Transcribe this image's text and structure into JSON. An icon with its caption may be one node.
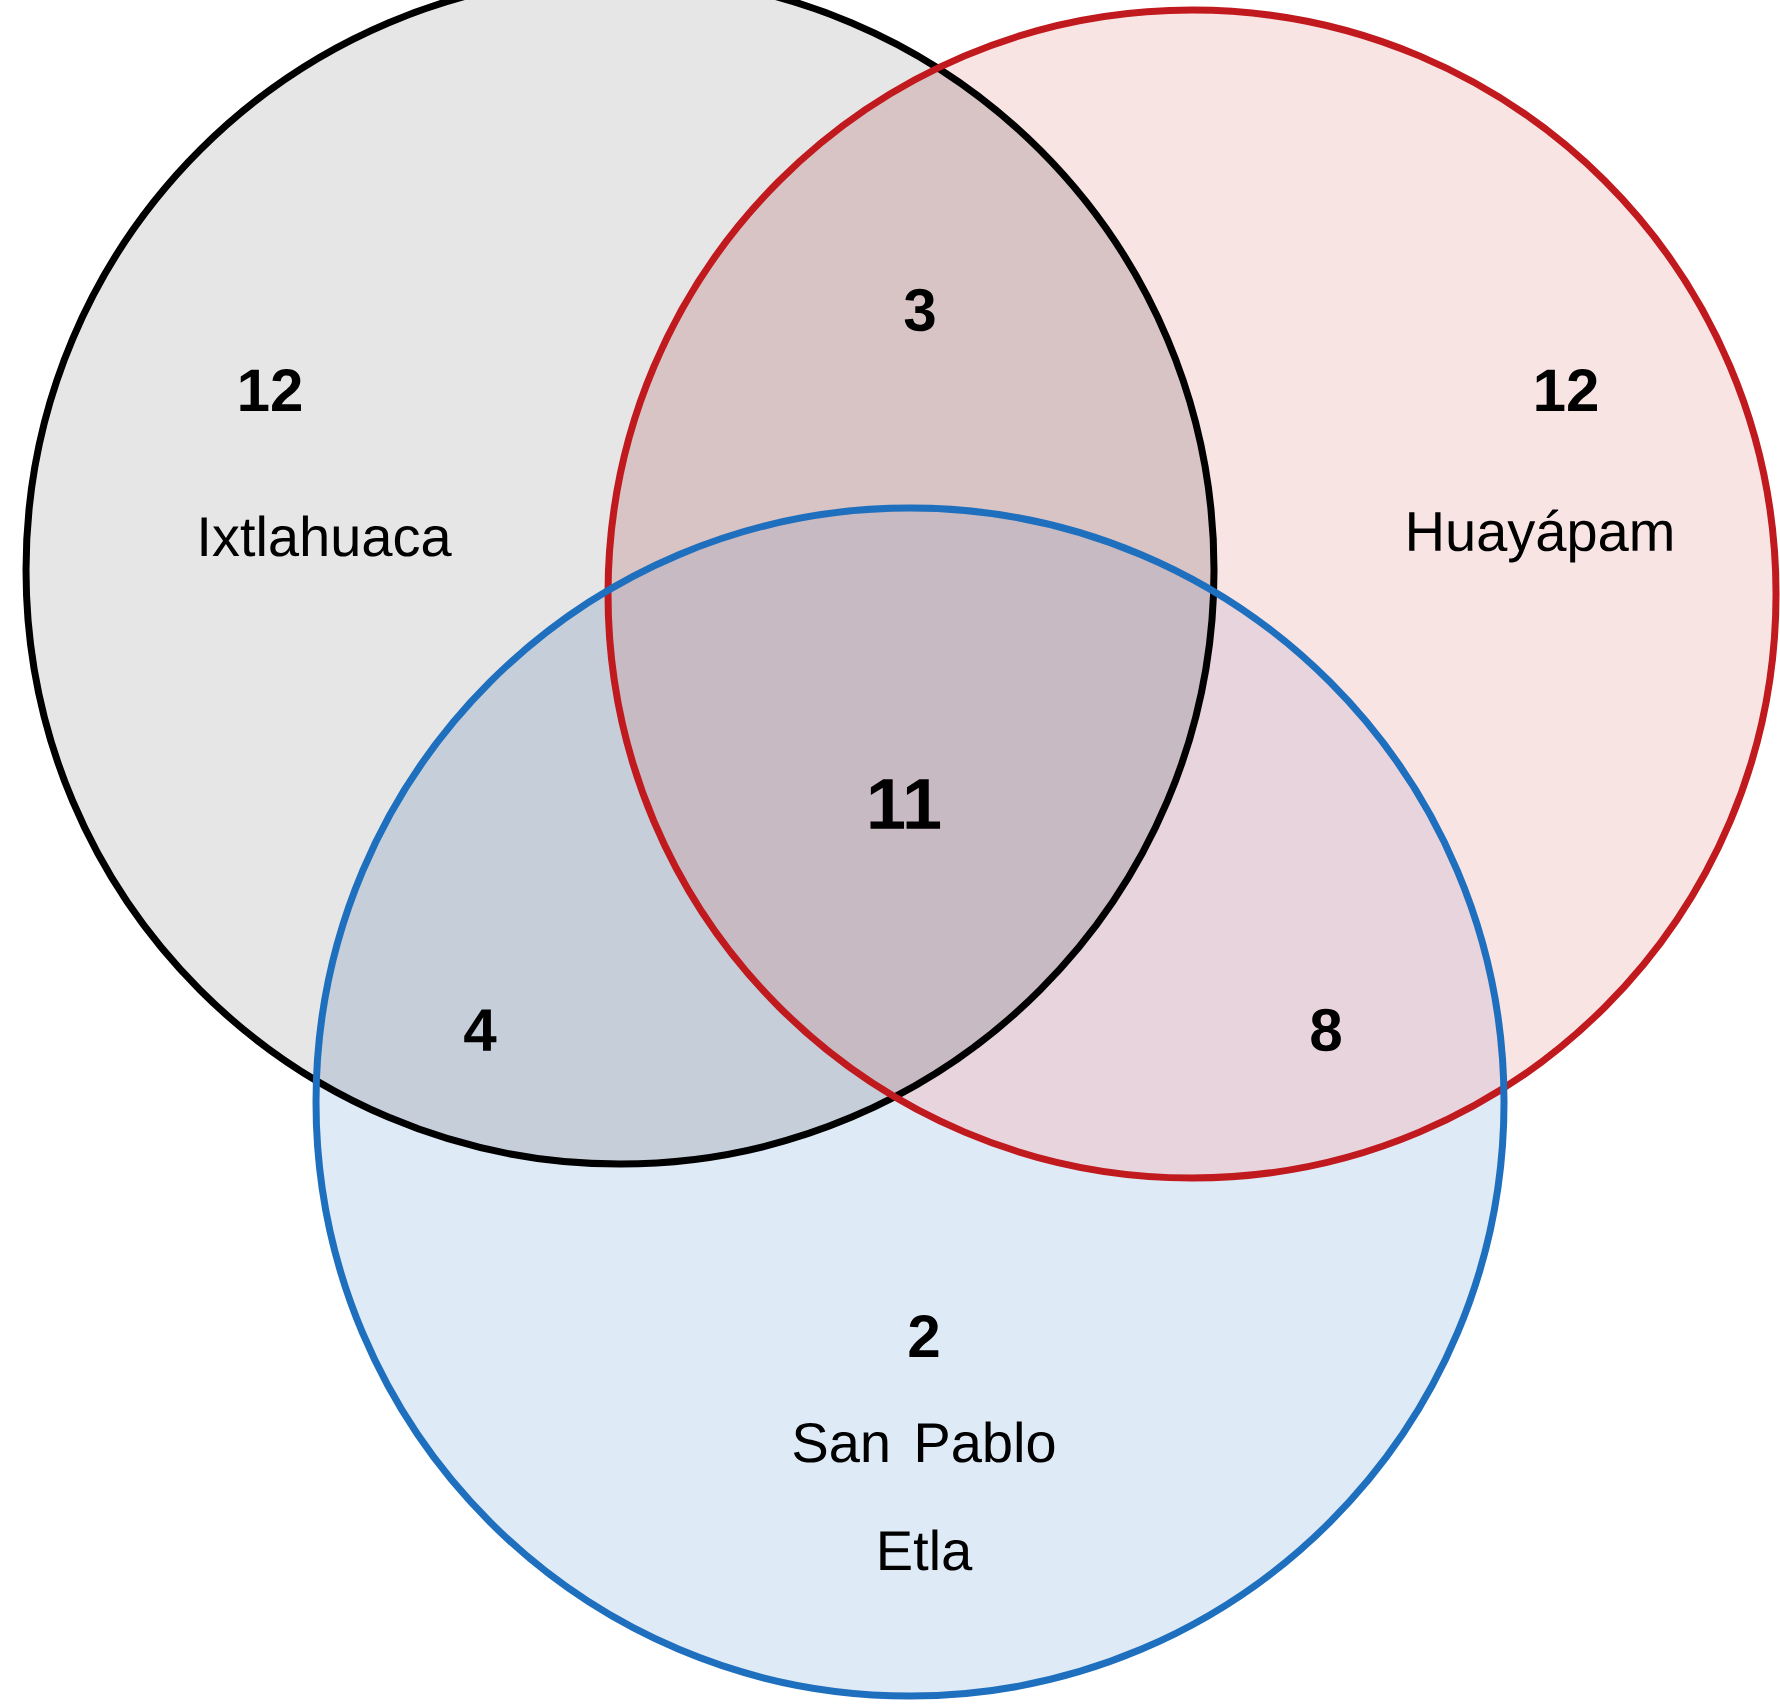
{
  "diagram": {
    "nodes": [
      {
        "text": [
          "12",
          "Ixtlahuaca"
        ]
      },
      {
        "text": [
          "12",
          "Huayápam"
        ]
      },
      {
        "text": [
          "2",
          "San Pablo Etla"
        ]
      }
    ],
    "labels": [
      "3",
      "11",
      "4",
      "8"
    ]
  }
}
